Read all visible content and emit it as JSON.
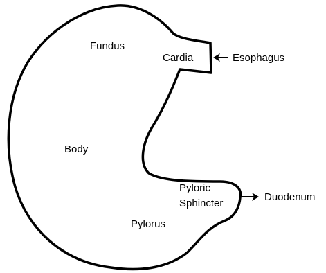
{
  "colors": {
    "stroke": "#000000",
    "background": "#ffffff"
  },
  "labels": {
    "fundus": "Fundus",
    "cardia": "Cardia",
    "esophagus": "Esophagus",
    "body": "Body",
    "pyloric_line1": "Pyloric",
    "pyloric_line2": "Sphincter",
    "duodenum": "Duodenum",
    "pylorus": "Pylorus"
  }
}
